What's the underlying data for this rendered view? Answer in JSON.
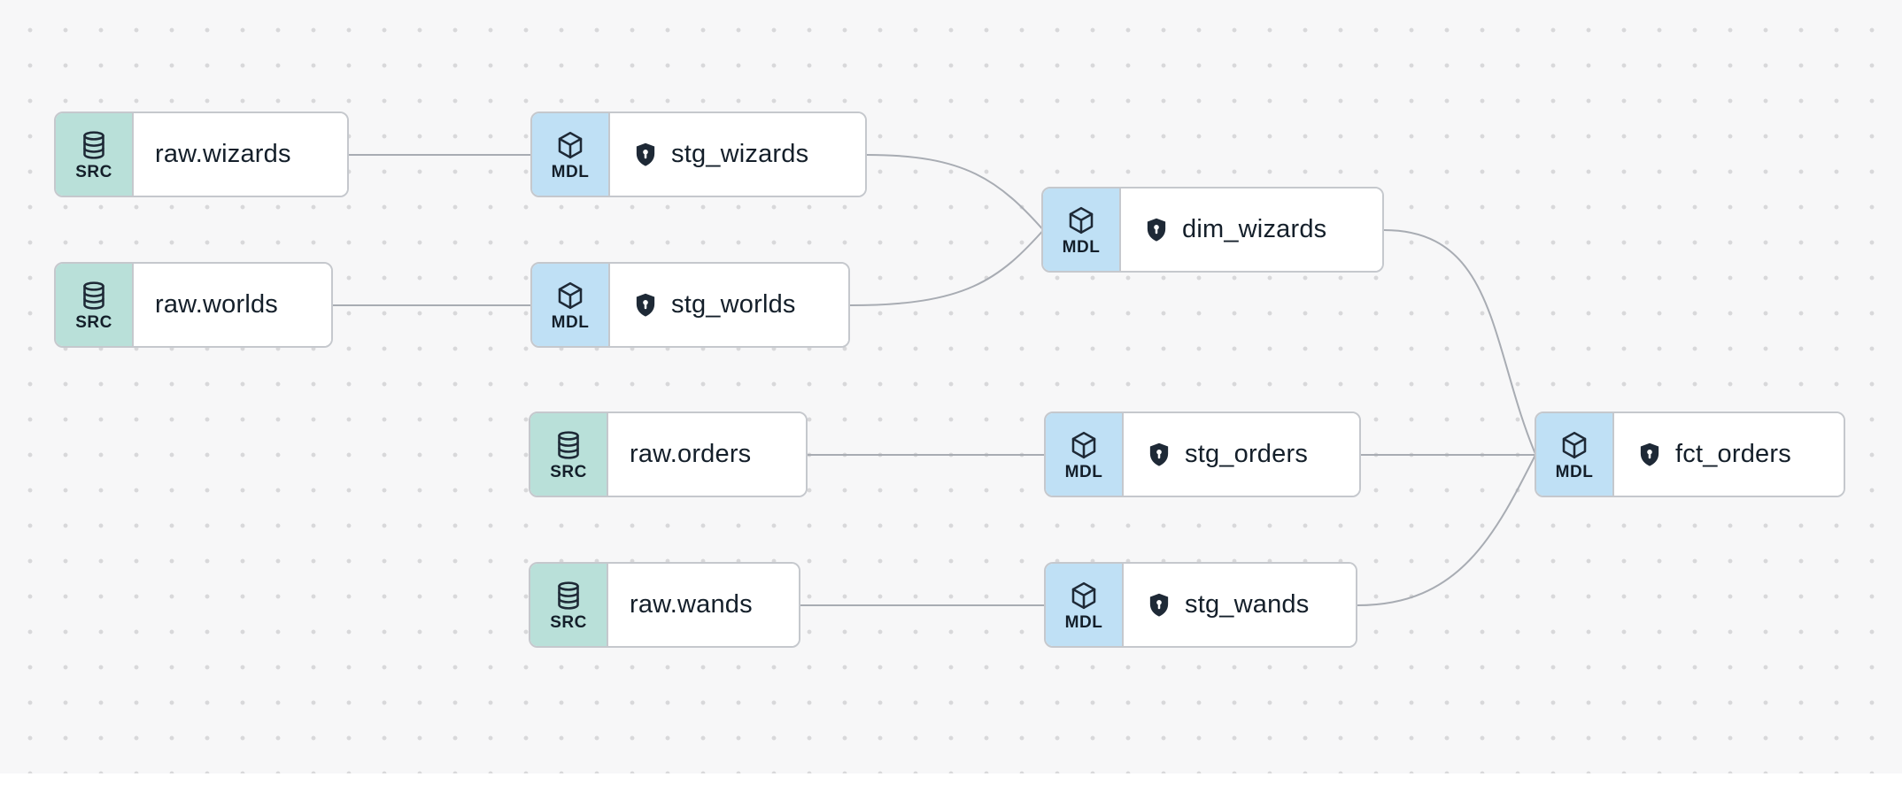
{
  "app": {
    "view": "lineage-graph"
  },
  "colors": {
    "bg": "#f7f7f8",
    "dot": "#d8d8da",
    "node_border": "#c5c8cd",
    "src_badge": "#b9e0d9",
    "mdl_badge": "#bfe0f5",
    "edge_color": "#a8acb3",
    "text": "#141f2a"
  },
  "node_types": {
    "source": {
      "badge": "SRC",
      "icon": "database-icon"
    },
    "model": {
      "badge": "MDL",
      "icon": "cube-icon"
    }
  },
  "nodes": [
    {
      "id": "raw.wizards",
      "label": "raw.wizards",
      "type": "source",
      "badge": "SRC",
      "shielded": false
    },
    {
      "id": "raw.worlds",
      "label": "raw.worlds",
      "type": "source",
      "badge": "SRC",
      "shielded": false
    },
    {
      "id": "stg_wizards",
      "label": "stg_wizards",
      "type": "model",
      "badge": "MDL",
      "shielded": true
    },
    {
      "id": "stg_worlds",
      "label": "stg_worlds",
      "type": "model",
      "badge": "MDL",
      "shielded": true
    },
    {
      "id": "dim_wizards",
      "label": "dim_wizards",
      "type": "model",
      "badge": "MDL",
      "shielded": true
    },
    {
      "id": "raw.orders",
      "label": "raw.orders",
      "type": "source",
      "badge": "SRC",
      "shielded": false
    },
    {
      "id": "stg_orders",
      "label": "stg_orders",
      "type": "model",
      "badge": "MDL",
      "shielded": true
    },
    {
      "id": "raw.wands",
      "label": "raw.wands",
      "type": "source",
      "badge": "SRC",
      "shielded": false
    },
    {
      "id": "stg_wands",
      "label": "stg_wands",
      "type": "model",
      "badge": "MDL",
      "shielded": true
    },
    {
      "id": "fct_orders",
      "label": "fct_orders",
      "type": "model",
      "badge": "MDL",
      "shielded": true
    }
  ],
  "edges": [
    {
      "from": "raw.wizards",
      "to": "stg_wizards"
    },
    {
      "from": "raw.worlds",
      "to": "stg_worlds"
    },
    {
      "from": "stg_wizards",
      "to": "dim_wizards"
    },
    {
      "from": "stg_worlds",
      "to": "dim_wizards"
    },
    {
      "from": "raw.orders",
      "to": "stg_orders"
    },
    {
      "from": "raw.wands",
      "to": "stg_wands"
    },
    {
      "from": "stg_orders",
      "to": "fct_orders"
    },
    {
      "from": "stg_wands",
      "to": "fct_orders"
    },
    {
      "from": "dim_wizards",
      "to": "fct_orders"
    }
  ]
}
